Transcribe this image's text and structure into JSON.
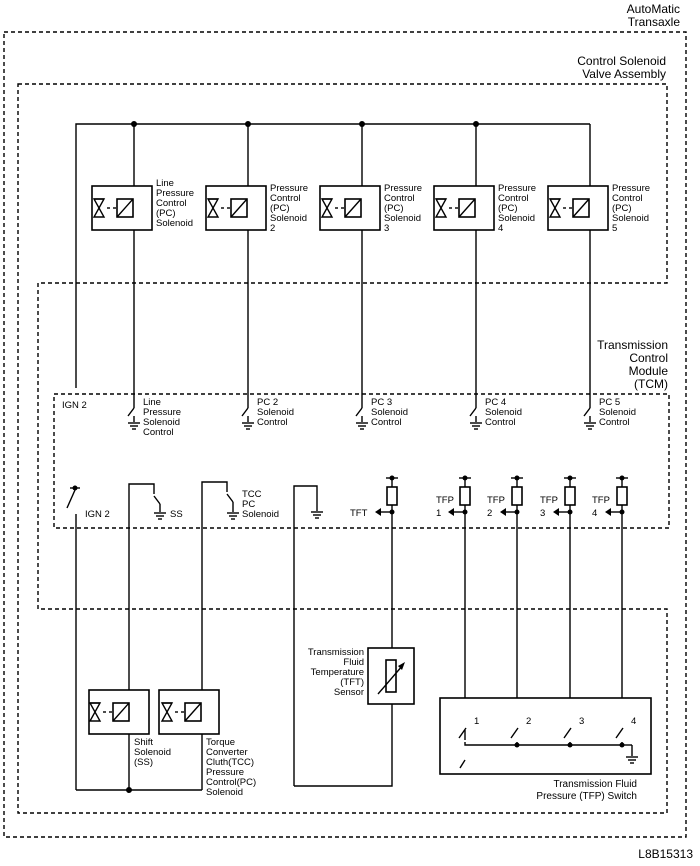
{
  "labels": {
    "transaxle": [
      "AutoMatic",
      "Transaxle"
    ],
    "csva": [
      "Control Solenoid",
      "Valve Assembly"
    ],
    "tcm": [
      "Transmission",
      "Control",
      "Module",
      "(TCM)"
    ],
    "figure_id": "L8B15313",
    "ign2": "IGN 2",
    "ign2_low": "IGN 2",
    "ss": "SS",
    "tcc_pc": [
      "TCC",
      "PC",
      "Solenoid"
    ],
    "tft": "TFT",
    "tfp_switch": [
      "Transmission Fluid",
      "Pressure (TFP) Switch"
    ],
    "tft_sensor": [
      "Transmission",
      "Fluid",
      "Temperature",
      "(TFT)",
      "Sensor"
    ],
    "shift_solenoid": [
      "Shift",
      "Solenoid",
      "(SS)"
    ],
    "tcc_solenoid": [
      "Torque",
      "Converter",
      "Cluth(TCC)",
      "Pressure",
      "Control(PC)",
      "Solenoid"
    ]
  },
  "solenoids": [
    {
      "label": [
        "Line",
        "Pressure",
        "Control",
        "(PC)",
        "Solenoid"
      ],
      "control": [
        "Line",
        "Pressure",
        "Solenoid",
        "Control"
      ]
    },
    {
      "label": [
        "Pressure",
        "Control",
        "(PC)",
        "Solenoid",
        "2"
      ],
      "control": [
        "PC 2",
        "Solenoid",
        "Control"
      ]
    },
    {
      "label": [
        "Pressure",
        "Control",
        "(PC)",
        "Solenoid",
        "3"
      ],
      "control": [
        "PC 3",
        "Solenoid",
        "Control"
      ]
    },
    {
      "label": [
        "Pressure",
        "Control",
        "(PC)",
        "Solenoid",
        "4"
      ],
      "control": [
        "PC 4",
        "Solenoid",
        "Control"
      ]
    },
    {
      "label": [
        "Pressure",
        "Control",
        "(PC)",
        "Solenoid",
        "5"
      ],
      "control": [
        "PC 5",
        "Solenoid",
        "Control"
      ]
    }
  ],
  "tfp_inputs": [
    {
      "name": "TFP",
      "num": "1"
    },
    {
      "name": "TFP",
      "num": "2"
    },
    {
      "name": "TFP",
      "num": "3"
    },
    {
      "name": "TFP",
      "num": "4"
    }
  ],
  "tfp_contacts": [
    "1",
    "2",
    "3",
    "4"
  ]
}
